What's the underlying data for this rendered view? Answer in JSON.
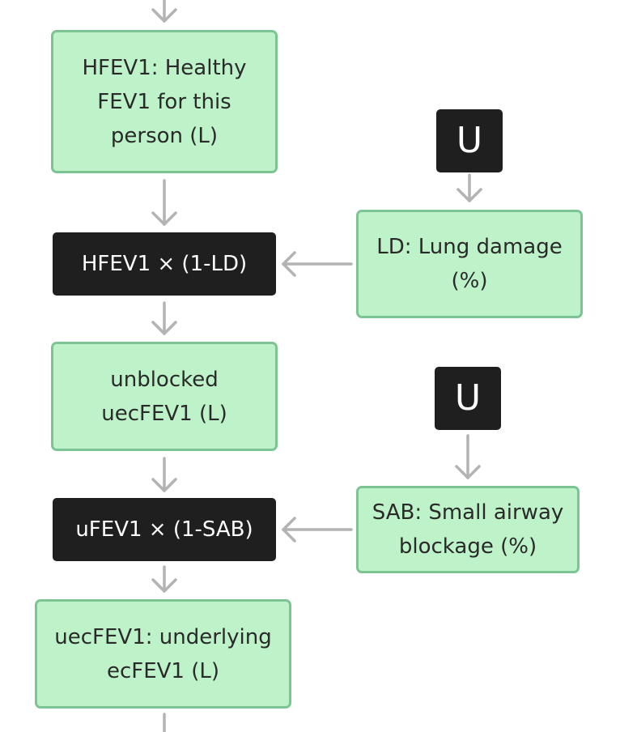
{
  "nodes": {
    "hfev1": "HFEV1: Healthy\nFEV1 for this\nperson (L)",
    "u_top": "U",
    "ld": "LD: Lung damage\n(%)",
    "mult_ld": "HFEV1 × (1-LD)",
    "unblocked": "unblocked\nuecFEV1 (L)",
    "u_bottom": "U",
    "sab": "SAB: Small airway\nblockage (%)",
    "mult_sab": "uFEV1 × (1-SAB)",
    "uecfev1": "uecFEV1: underlying\necFEV1 (L)"
  },
  "colors": {
    "green_fill": "#bef2c9",
    "green_border": "#7dc495",
    "dark_fill": "#1f1f1f",
    "arrow": "#b3b3b3"
  }
}
